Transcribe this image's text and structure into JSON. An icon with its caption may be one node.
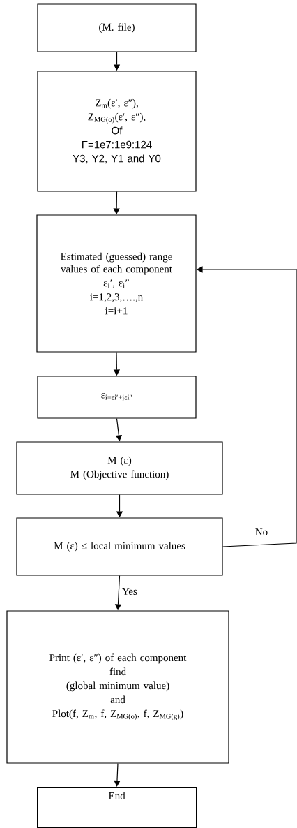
{
  "diagram": {
    "nodes": [
      {
        "text": [
          "(M. file)"
        ]
      },
      {
        "text": [
          "Z$_{m}$(ε′, ε″),",
          "Z$_{MG(o)}$(ε′, ε″),",
          "Of",
          "F=1e7:1e9:124",
          "Y3, Y2, Y1 and Y0"
        ]
      },
      {
        "text": [
          "Estimated (guessed) range values of each component",
          "ε$_{i}$′, ε$_{i}$″",
          "i=1,2,3,….,n",
          "i=i+1"
        ]
      },
      {
        "text": [
          "ε$_{i=εi′+jεi″}$"
        ]
      },
      {
        "text": [
          "M (ε)",
          "M (Objective function)"
        ]
      },
      {
        "text": [
          "M (ε) ≤ local minimum values"
        ]
      },
      {
        "text": [
          "Print (ε′, ε″) of each component",
          "find",
          "(global minimum value)",
          "and",
          "Plot(f, Z$_{m}$, f, Z$_{MG(o)}$, f, Z$_{MG(g)}$)"
        ]
      },
      {
        "text": [
          "End"
        ]
      }
    ],
    "edges": [
      {
        "from": 0,
        "to": 1,
        "arrow": "to"
      },
      {
        "from": 1,
        "to": 2,
        "arrow": "to"
      },
      {
        "from": 2,
        "to": 3,
        "arrow": "to"
      },
      {
        "from": 3,
        "to": 4,
        "arrow": "to"
      },
      {
        "from": 4,
        "to": 5,
        "arrow": "to"
      },
      {
        "from": 5,
        "to": 2,
        "arrow": "to",
        "label": "No"
      },
      {
        "from": 5,
        "to": 6,
        "arrow": "to",
        "label": "Yes"
      },
      {
        "from": 6,
        "to": 7,
        "arrow": "to"
      }
    ]
  }
}
